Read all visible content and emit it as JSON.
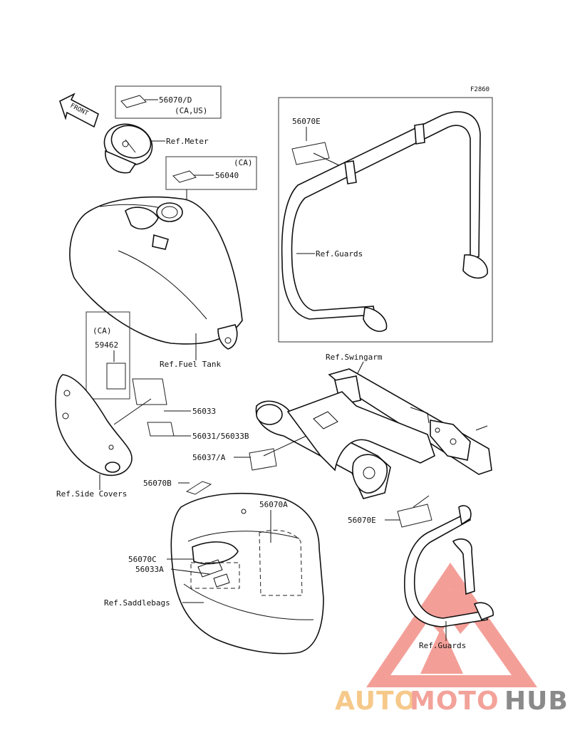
{
  "figure_code": "F2860",
  "front_label": "FRONT",
  "labels": {
    "p56070d": "56070/D",
    "ca_us": "(CA,US)",
    "ref_meter": "Ref.Meter",
    "ca_tank": "(CA)",
    "p56040": "56040",
    "p56070e_top": "56070E",
    "ref_guards_top": "Ref.Guards",
    "ca_side": "(CA)",
    "p59462": "59462",
    "ref_fuel_tank": "Ref.Fuel Tank",
    "ref_swingarm": "Ref.Swingarm",
    "p56033": "56033",
    "p56031": "56031/56033B",
    "p56037": "56037/A",
    "ref_side_covers": "Ref.Side Covers",
    "p56070b": "56070B",
    "p56070a": "56070A",
    "p56070e_bottom": "56070E",
    "p56070c": "56070C",
    "p56033a": "56033A",
    "ref_saddlebags": "Ref.Saddlebags",
    "ref_guards_bottom": "Ref.Guards"
  },
  "watermark": {
    "part1": "AUTO",
    "part2": "MOTO",
    "part3": "HUB",
    "colors": {
      "auto": "#f6c98a",
      "moto": "#f3a29a",
      "hub": "#8a8a8a",
      "triangle": "#ef7f76"
    }
  }
}
